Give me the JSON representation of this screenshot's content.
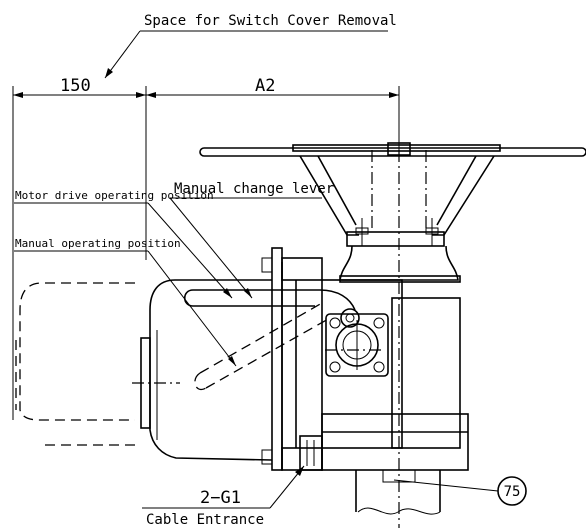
{
  "labels": {
    "space_for_switch_cover_removal": "Space for Switch Cover Removal",
    "dim_150": "150",
    "dim_a2": "A2",
    "manual_change_lever": "Manual change lever",
    "motor_drive_operating_position": "Motor drive operating position",
    "manual_operating_position": "Manual operating position",
    "cable_spec": "2−G1",
    "cable_entrance": "Cable Entrance",
    "balloon_75": "75"
  },
  "colors": {
    "ink": "#000000",
    "paper": "#ffffff"
  }
}
